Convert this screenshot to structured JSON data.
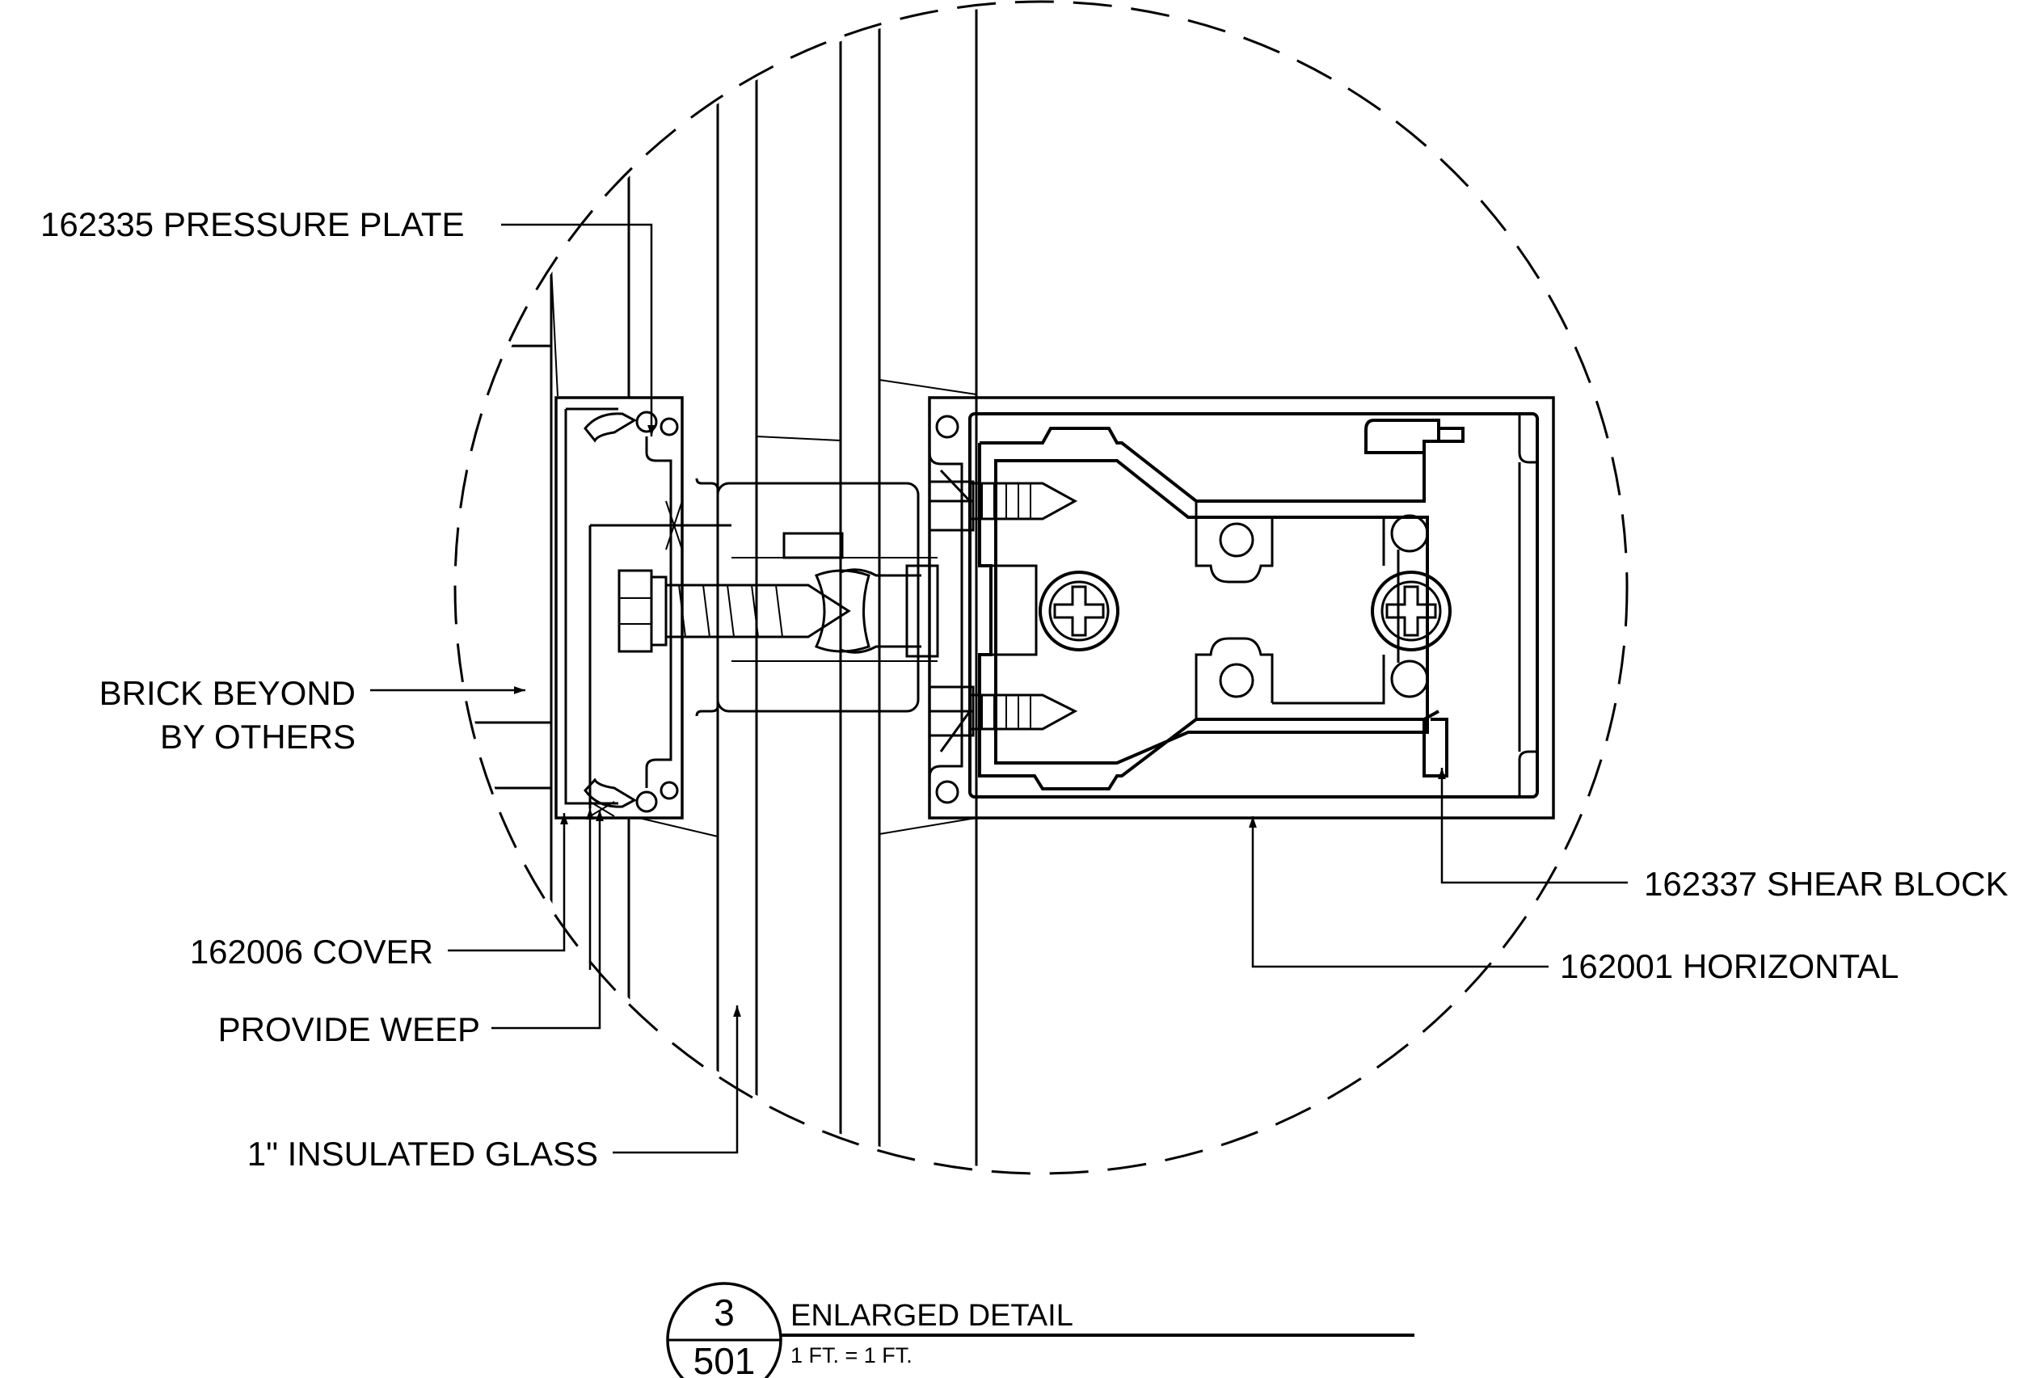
{
  "labels": {
    "pressure_plate": "162335 PRESSURE PLATE",
    "brick_line1": "BRICK BEYOND",
    "brick_line2": "BY OTHERS",
    "cover": "162006 COVER",
    "weep": "PROVIDE WEEP",
    "glass": "1\" INSULATED GLASS",
    "shear_block": "162337 SHEAR BLOCK",
    "horizontal": "162001 HORIZONTAL"
  },
  "title_block": {
    "detail_number": "3",
    "sheet_number": "501",
    "title": "ENLARGED DETAIL",
    "scale": "1 FT. = 1 FT."
  }
}
